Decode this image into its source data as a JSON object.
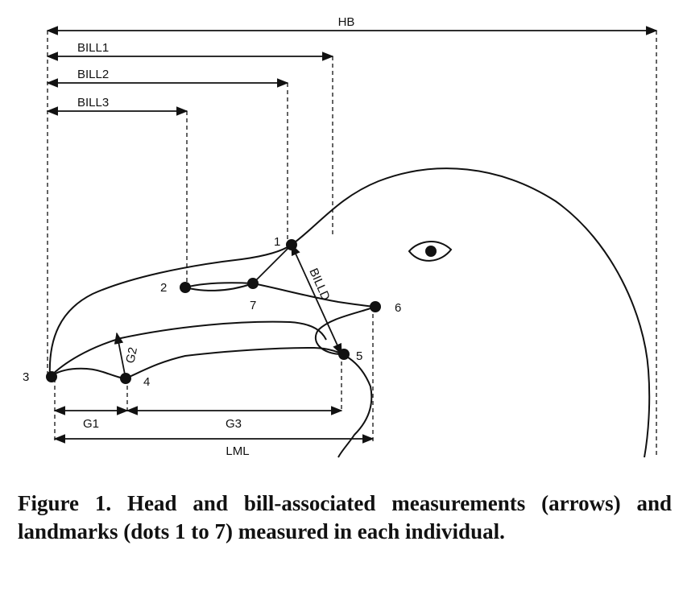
{
  "figure": {
    "measurements": {
      "hb": "HB",
      "bill1": "BILL1",
      "bill2": "BILL2",
      "bill3": "BILL3",
      "billd": "BILLD",
      "g1": "G1",
      "g2": "G2",
      "g3": "G3",
      "lml": "LML"
    },
    "landmarks": [
      "1",
      "2",
      "3",
      "4",
      "5",
      "6",
      "7"
    ]
  },
  "caption": {
    "label": "Figure 1.",
    "text": "Head and bill-associated measurements (arrows) and landmarks (dots 1 to 7) measured in each individual."
  }
}
